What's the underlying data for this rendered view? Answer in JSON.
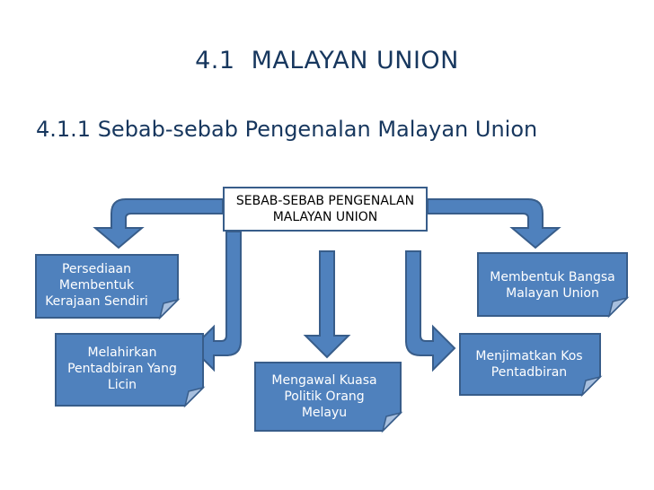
{
  "slide": {
    "title_number": "4.1",
    "title_text": "MALAYAN UNION",
    "subtitle": "4.1.1 Sebab-sebab Pengenalan Malayan Union"
  },
  "diagram": {
    "center": "SEBAB-SEBAB PENGENALAN\nMALAYAN UNION",
    "reasons": [
      "Persediaan\nMembentuk\nKerajaan Sendiri",
      "Melahirkan\nPentadbiran Yang\nLicin",
      "Mengawal Kuasa\nPolitik Orang\nMelayu",
      "Menjimatkan Kos\nPentadbiran",
      "Membentuk Bangsa\nMalayan Union"
    ]
  },
  "colors": {
    "title": "#17375e",
    "box_fill": "#4f81bd",
    "box_stroke": "#385d8a",
    "arrow_fill": "#4f81bd"
  }
}
